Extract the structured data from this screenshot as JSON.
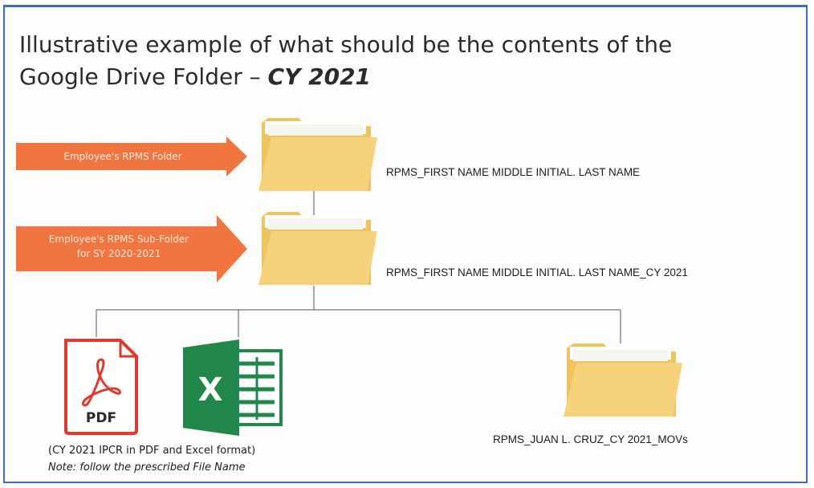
{
  "title_line1": "Illustrative example of what should be the contents of the",
  "title_line2_plain": "Google Drive Folder – ",
  "title_line2_bold": "CY 2021",
  "arrows": {
    "top": "Employee's RPMS Folder",
    "bottom_line1": "Employee's RPMS Sub-Folder",
    "bottom_line2": "for SY 2020-2021"
  },
  "folders": {
    "main": "RPMS_FIRST NAME MIDDLE INITIAL. LAST NAME",
    "sub": "RPMS_FIRST NAME MIDDLE INITIAL. LAST NAME_CY 2021",
    "movs": "RPMS_JUAN L. CRUZ_CY 2021_MOVs"
  },
  "files": {
    "pdf_label": "PDF",
    "excel_letter": "X"
  },
  "notes": {
    "format": "(CY 2021 IPCR in PDF and Excel format)",
    "filename": "Note: follow the prescribed File Name"
  },
  "colors": {
    "arrow": "#f0753f",
    "folder_front": "#f7d27c",
    "folder_back": "#efc35f",
    "pdf_red": "#e03a2e",
    "excel_green": "#21874a",
    "frame_blue": "#3d6fb8"
  }
}
